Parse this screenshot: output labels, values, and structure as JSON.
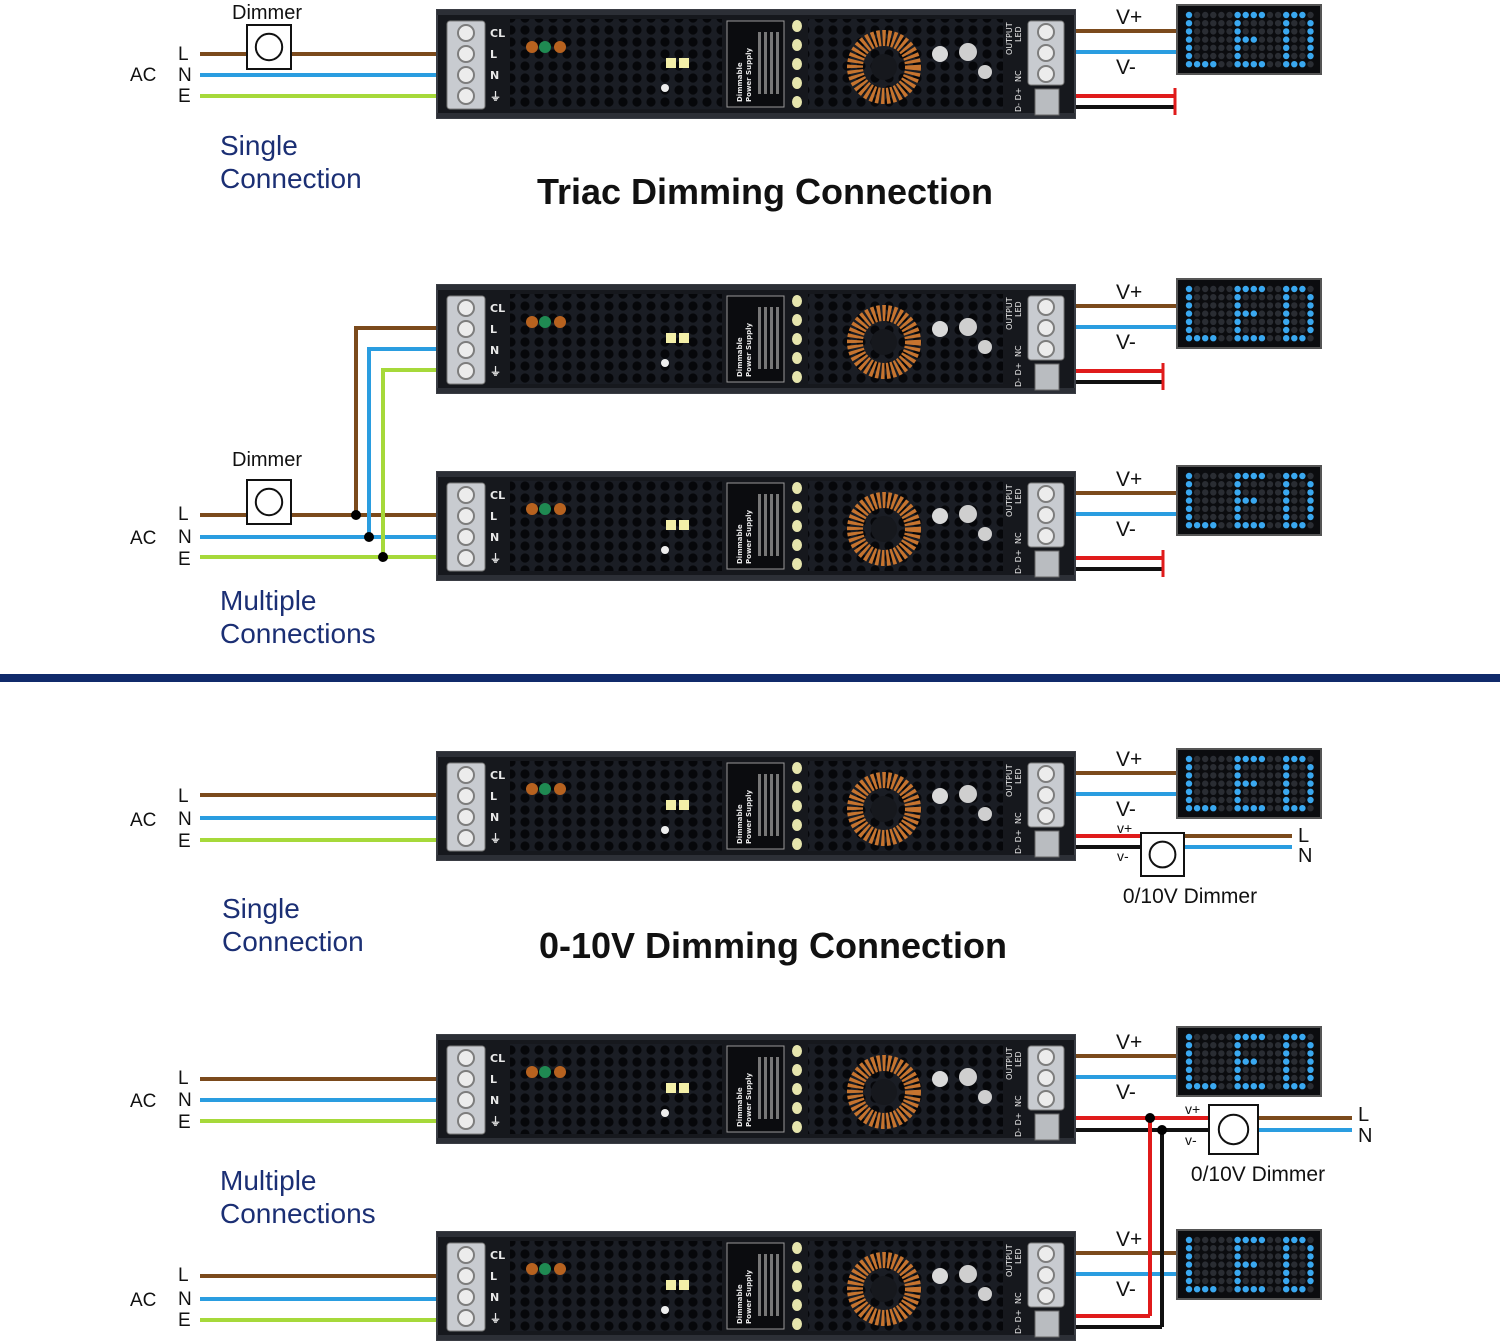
{
  "colors": {
    "live_brown": "#7b4a1c",
    "neutral_blue": "#2a9de0",
    "earth_green": "#a6d93a",
    "dc_red": "#e01b1b",
    "dc_black": "#111111",
    "divider_navy": "#102a6b",
    "heading_navy": "#1b2f74",
    "led_blue": "#3aa8f0"
  },
  "labels": {
    "ac": "AC",
    "l": "L",
    "n": "N",
    "e": "E",
    "v_plus": "V+",
    "v_minus": "V-",
    "v_plus_small": "v+",
    "v_minus_small": "v-",
    "dimmer": "Dimmer",
    "dimmer_0_10v": "0/10V Dimmer"
  },
  "sections": {
    "triac": {
      "title": "Triac Dimming Connection",
      "single": [
        "Single",
        "Connection"
      ],
      "multiple": [
        "Multiple",
        "Connections"
      ]
    },
    "zero_ten": {
      "title": "0-10V Dimming Connection",
      "single": [
        "Single",
        "Connection"
      ],
      "multiple": [
        "Multiple",
        "Connections"
      ]
    }
  },
  "power_supply": {
    "input_terminals": [
      "CL",
      "L",
      "N",
      "⏚"
    ],
    "output_label": "OUTPUT",
    "output_led": "LED",
    "nc": "NC",
    "dim_terminals": "D- D+",
    "panel_title": "Dimmable",
    "panel_subtitle": "Power Supply"
  },
  "led_display_text": "LED"
}
